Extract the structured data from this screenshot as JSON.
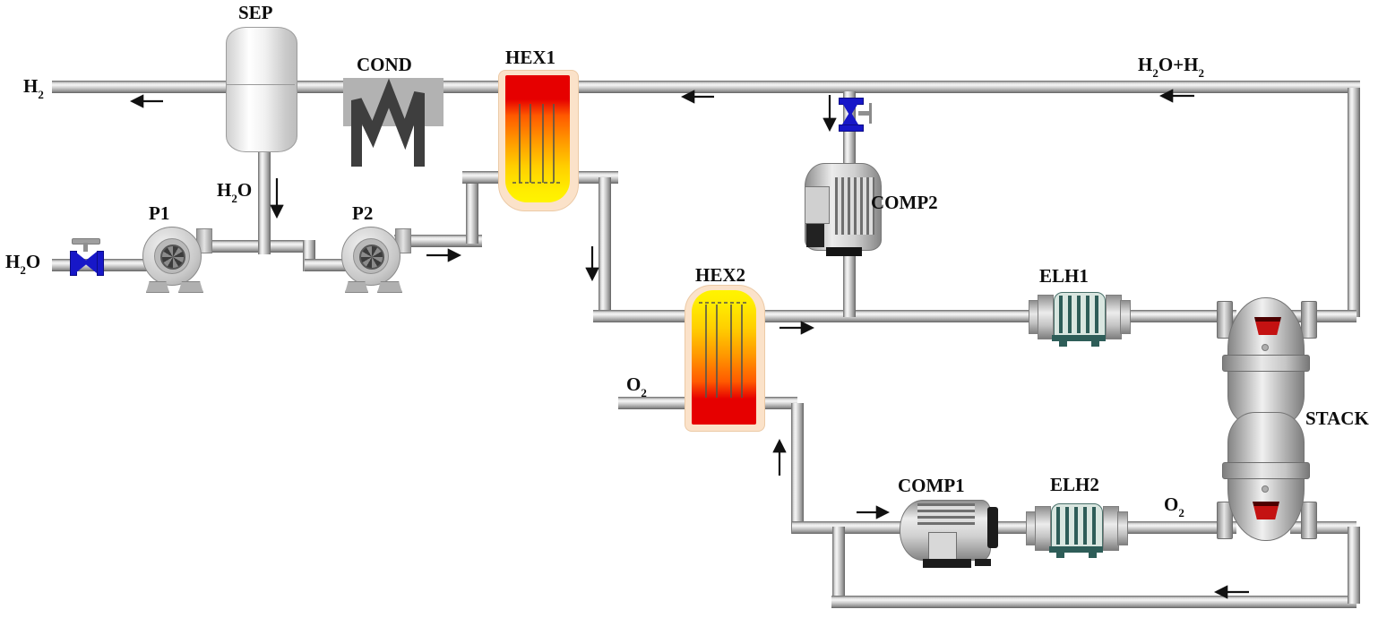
{
  "figure": {
    "type": "process-flow-diagram",
    "description": "Steam electrolysis / SOEC balance-of-plant loop with stack, recycle compressors, electric heaters and heat-recovery exchangers",
    "background": "#ffffff"
  },
  "labels": {
    "h2_product": "H2",
    "h2o_feed": "H2O",
    "h2o_condensate": "H2O",
    "h2o_h2_return": "H2O+H2",
    "o2_vent": "O2",
    "o2_recycle": "O2",
    "sep": "SEP",
    "cond": "COND",
    "hex1": "HEX1",
    "hex2": "HEX2",
    "p1": "P1",
    "p2": "P2",
    "comp1": "COMP1",
    "comp2": "COMP2",
    "elh1": "ELH1",
    "elh2": "ELH2",
    "stack": "STACK"
  },
  "equipment": [
    {
      "id": "sep",
      "type": "separator-vessel"
    },
    {
      "id": "cond",
      "type": "condenser"
    },
    {
      "id": "hex1",
      "type": "heat-exchanger",
      "hot_end": "top"
    },
    {
      "id": "hex2",
      "type": "heat-exchanger",
      "hot_end": "bottom"
    },
    {
      "id": "p1",
      "type": "pump"
    },
    {
      "id": "p2",
      "type": "pump"
    },
    {
      "id": "comp1",
      "type": "compressor"
    },
    {
      "id": "comp2",
      "type": "compressor"
    },
    {
      "id": "elh1",
      "type": "electric-heater"
    },
    {
      "id": "elh2",
      "type": "electric-heater"
    },
    {
      "id": "stack",
      "type": "electrolyzer-stack"
    },
    {
      "id": "feed-valve",
      "type": "manual-valve",
      "color": "#1717c8"
    },
    {
      "id": "comp2-valve",
      "type": "manual-valve",
      "color": "#1717c8"
    }
  ],
  "flow_arrows": [
    {
      "on": "h2-product-line",
      "direction": "left"
    },
    {
      "on": "return-line-near-hex1",
      "direction": "left"
    },
    {
      "on": "return-line-near-stack",
      "direction": "left"
    },
    {
      "on": "sep-condensate-drop",
      "direction": "down"
    },
    {
      "on": "comp2-recycle-branch",
      "direction": "down"
    },
    {
      "on": "steam-downcomer",
      "direction": "down"
    },
    {
      "on": "p2-discharge",
      "direction": "right"
    },
    {
      "on": "steam-line-after-hex2",
      "direction": "right"
    },
    {
      "on": "o2-riser",
      "direction": "up"
    },
    {
      "on": "comp1-inlet",
      "direction": "right"
    },
    {
      "on": "bottom-o2-loop",
      "direction": "left"
    }
  ],
  "colors": {
    "pipe": "#c9c9c9",
    "pipe_edge": "#686868",
    "hex_hot": "#e60000",
    "hex_warm": "#ff9900",
    "hex_cold": "#fff400",
    "hex_jacket": "#fbe2c9",
    "vessel_shell": "#f1f1f1",
    "condenser_body": "#b2b2b2",
    "condenser_coil": "#3e3e3e",
    "valve_blue": "#1717c8",
    "heater_fin": "#2e5d58",
    "heater_body": "#d9e6e0",
    "stack_badge_red": "#c41212",
    "arrow": "#111111",
    "label_text": "#0d0d0d"
  }
}
